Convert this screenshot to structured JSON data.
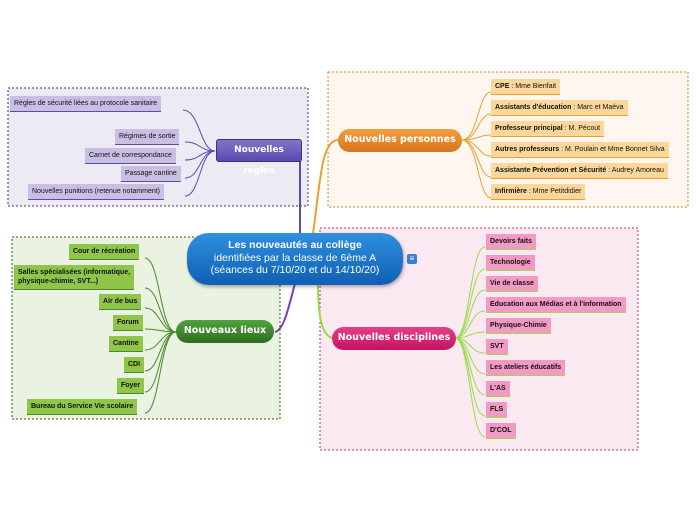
{
  "central": {
    "title": "Les nouveautés au collège",
    "line2": "identifiées par la classe de 6ème A",
    "line3": "(séances du 7/10/20 et du 14/10/20)"
  },
  "branches": {
    "regles": {
      "label": "Nouvelles règles",
      "color": "#6a5acd",
      "items": [
        "Règles de sécurité liées au protocole sanitaire",
        "Régimes de sortie",
        "Carnet de correspondance",
        "Passage cantine",
        "Nouvelles punitions (retenue notamment)"
      ]
    },
    "personnes": {
      "label": "Nouvelles personnes",
      "color": "#e8821e",
      "items": [
        {
          "role": "CPE",
          "names": "Mme Bienfait"
        },
        {
          "role": "Assistants d'éducation",
          "names": "Marc et Maéva"
        },
        {
          "role": "Professeur principal",
          "names": "M. Pécout"
        },
        {
          "role": "Autres professeurs",
          "names": "M. Poulain et Mme Bonnet Silva"
        },
        {
          "role": "Assistante Prévention et Sécurité",
          "names": "Audrey Amoreau"
        },
        {
          "role": "Infirmière",
          "names": "Mme Petitdidier"
        }
      ]
    },
    "lieux": {
      "label": "Nouveaux lieux",
      "color": "#3c8d2f",
      "items": [
        "Cour de récréation",
        "Salles spécialisées (informatique,",
        "physique-chimie, SVT...)",
        "Air de bus",
        "Forum",
        "Cantine",
        "CDI",
        "Foyer",
        "Bureau du Service Vie scolaire"
      ]
    },
    "disciplines": {
      "label": "Nouvelles disciplines",
      "color": "#d81b6a",
      "items": [
        "Devoirs faits",
        "Technologie",
        "Vie de classe",
        "Education aux Médias et à l'information",
        "Physique-Chimie",
        "SVT",
        "Les ateliers éducatifs",
        "L'AS",
        "FLS",
        "D'COL"
      ]
    }
  }
}
